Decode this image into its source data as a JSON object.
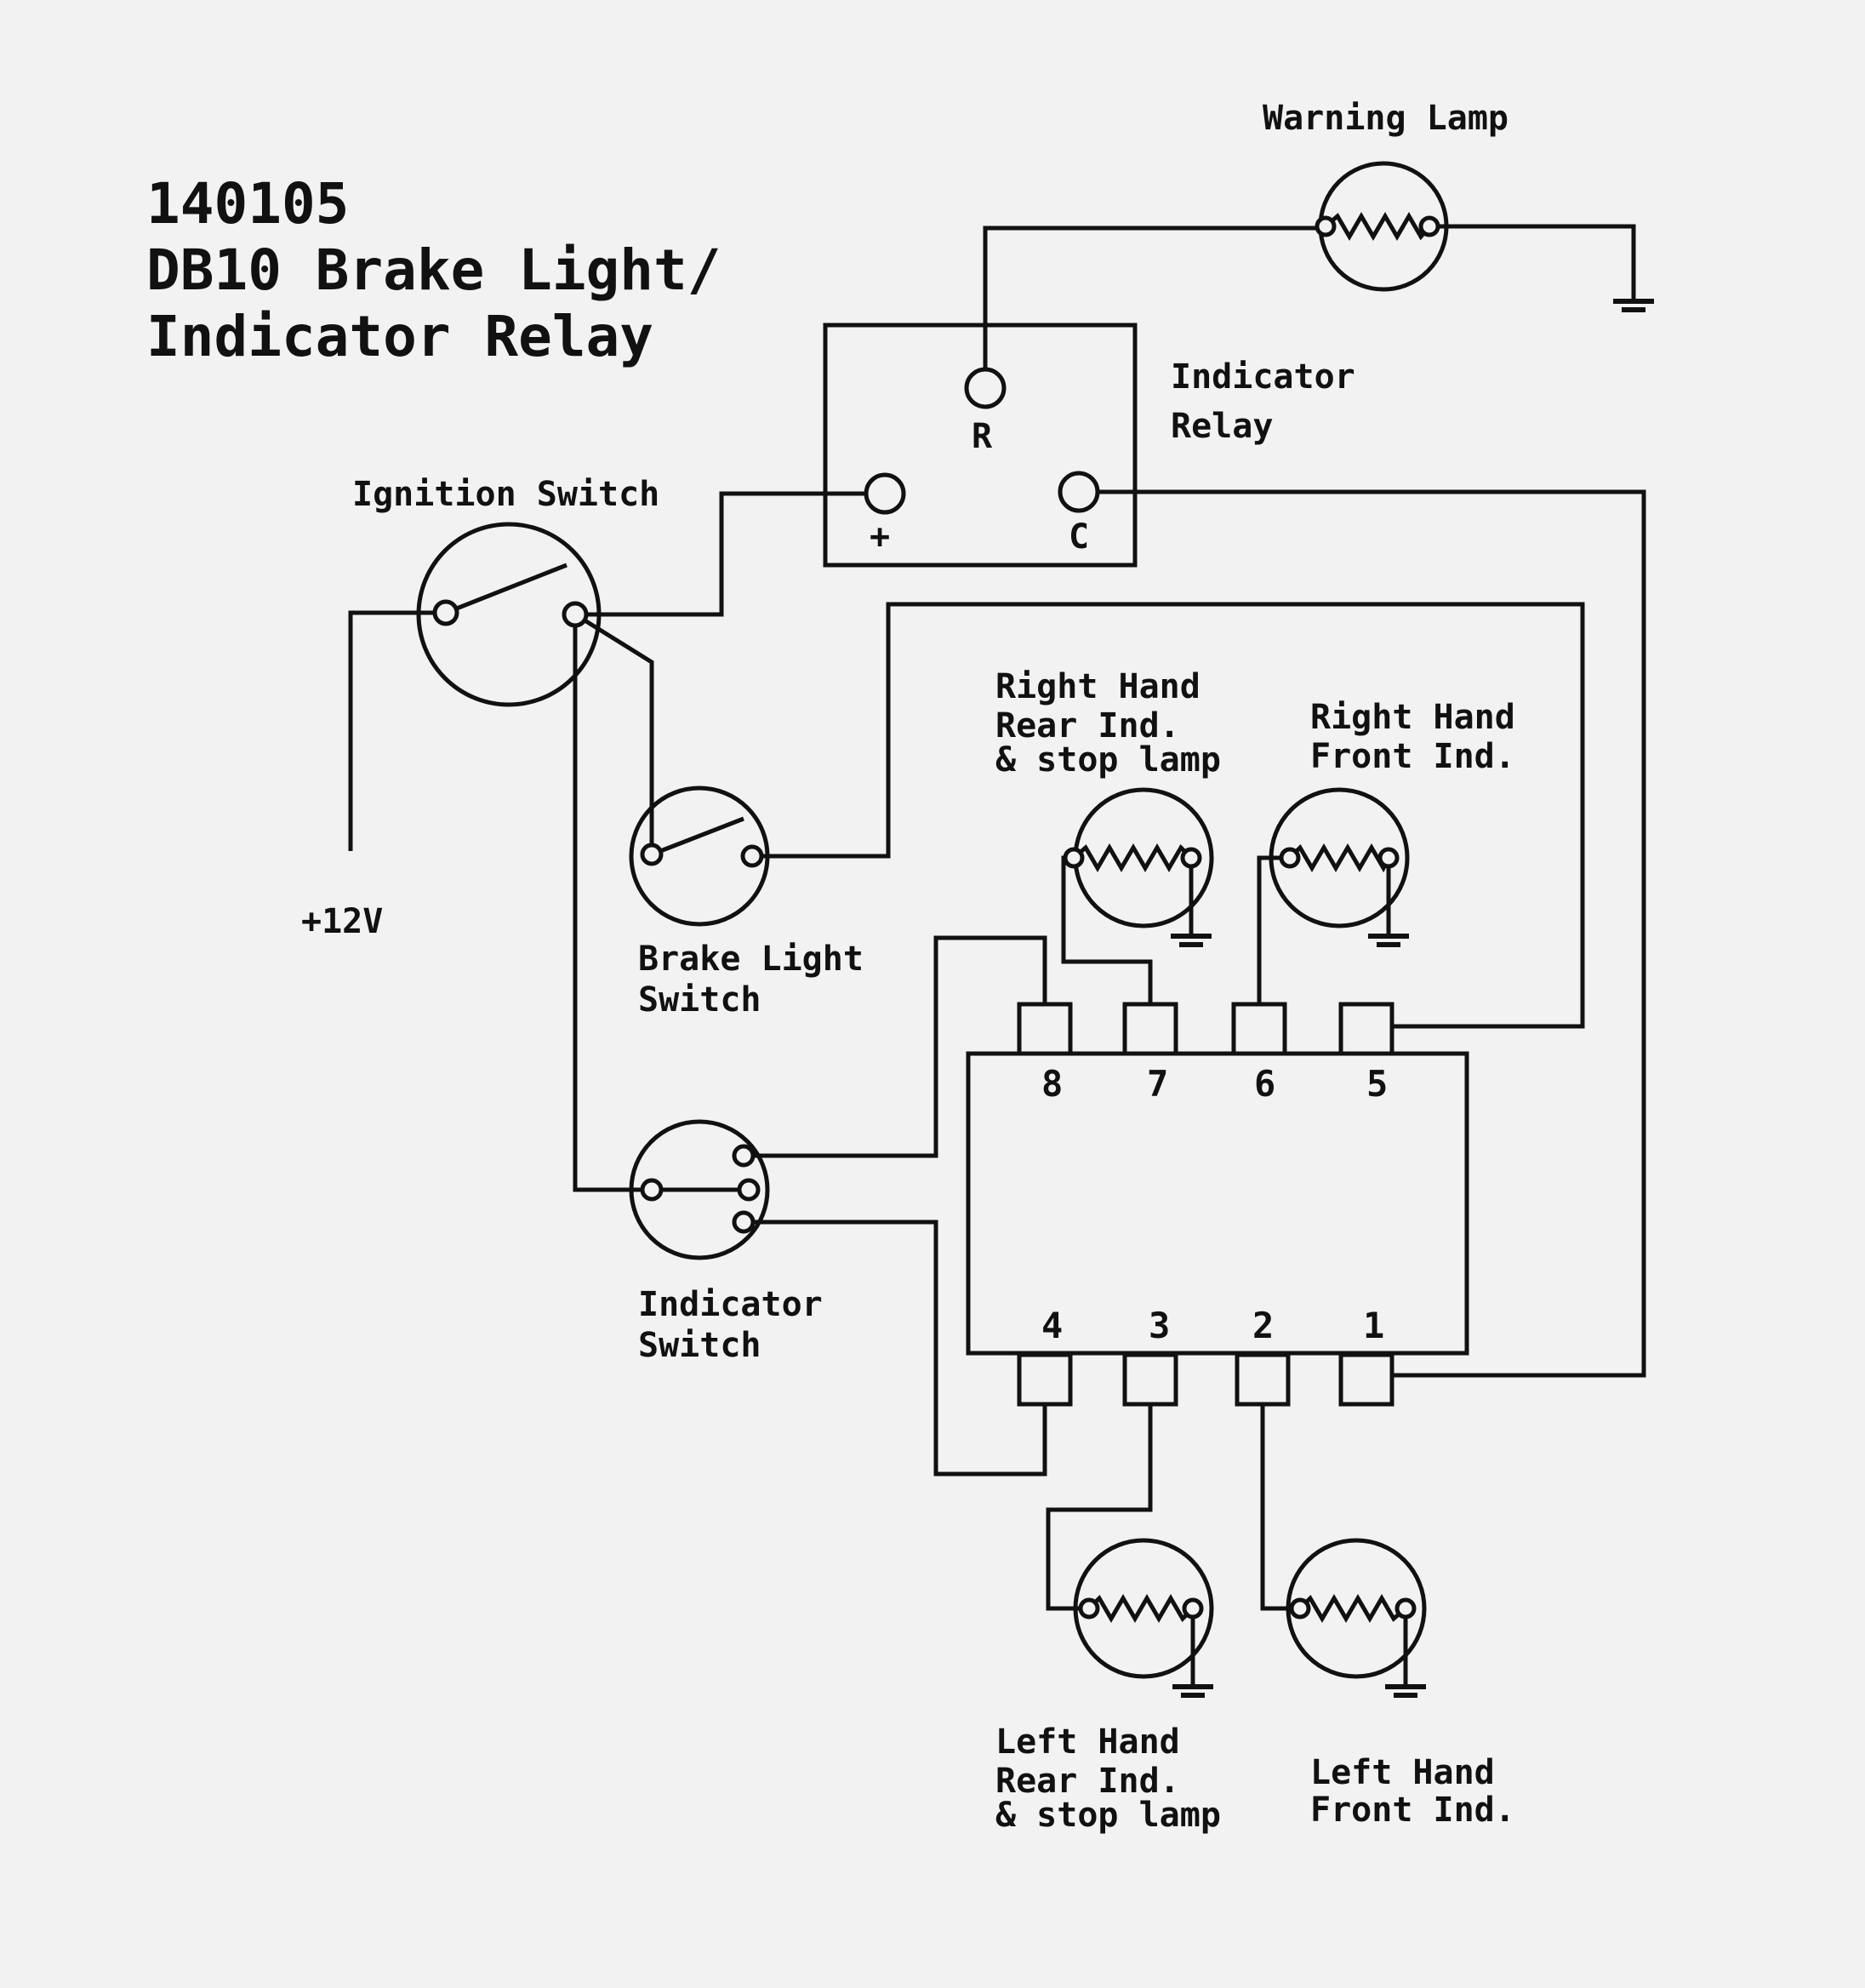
{
  "title": {
    "line1": "140105",
    "line2": "DB10 Brake Light/",
    "line3": "Indicator Relay"
  },
  "labels": {
    "warning_lamp": "Warning Lamp",
    "indicator_relay_1": "Indicator",
    "indicator_relay_2": "Relay",
    "relay_r": "R",
    "relay_plus": "+",
    "relay_c": "C",
    "ignition_switch": "Ignition Switch",
    "supply": "+12V",
    "brake_switch_1": "Brake Light",
    "brake_switch_2": "Switch",
    "indicator_switch_1": "Indicator",
    "indicator_switch_2": "Switch",
    "rh_rear_1": "Right Hand",
    "rh_rear_2": "Rear Ind.",
    "rh_rear_3": "& stop lamp",
    "rh_front_1": "Right Hand",
    "rh_front_2": "Front Ind.",
    "lh_rear_1": "Left Hand",
    "lh_rear_2": "Rear Ind.",
    "lh_rear_3": "& stop lamp",
    "lh_front_1": "Left Hand",
    "lh_front_2": "Front Ind."
  },
  "pins": {
    "p8": "8",
    "p7": "7",
    "p6": "6",
    "p5": "5",
    "p4": "4",
    "p3": "3",
    "p2": "2",
    "p1": "1"
  }
}
